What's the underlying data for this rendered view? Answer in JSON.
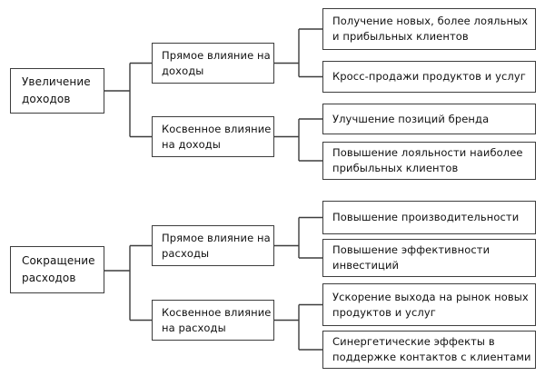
{
  "diagram": {
    "title": "",
    "colors": {
      "background": "#ffffff",
      "box_fill": "#ffffff",
      "box_border": "#3d3d3d",
      "connector_line": "#3d3d3d",
      "text": "#111111"
    },
    "branches": [
      {
        "root": "Увеличение\nдоходов",
        "children": [
          {
            "label": "Прямое влияние на\nдоходы",
            "leaves": [
              "Получение новых, более лояльных\nи прибыльных клиентов",
              "Кросс-продажи продуктов и услуг"
            ]
          },
          {
            "label": "Косвенное влияние\nна доходы",
            "leaves": [
              "Улучшение позиций бренда",
              "Повышение лояльности наиболее\nприбыльных клиентов"
            ]
          }
        ]
      },
      {
        "root": "Сокращение\nрасходов",
        "children": [
          {
            "label": "Прямое влияние на\nрасходы",
            "leaves": [
              "Повышение производительности",
              "Повышение эффективности\nинвестиций"
            ]
          },
          {
            "label": "Косвенное влияние\nна расходы",
            "leaves": [
              "Ускорение выхода на рынок новых\nпродуктов и услуг",
              "Синергетические эффекты в\nподдержке контактов с клиентами"
            ]
          }
        ]
      }
    ]
  }
}
